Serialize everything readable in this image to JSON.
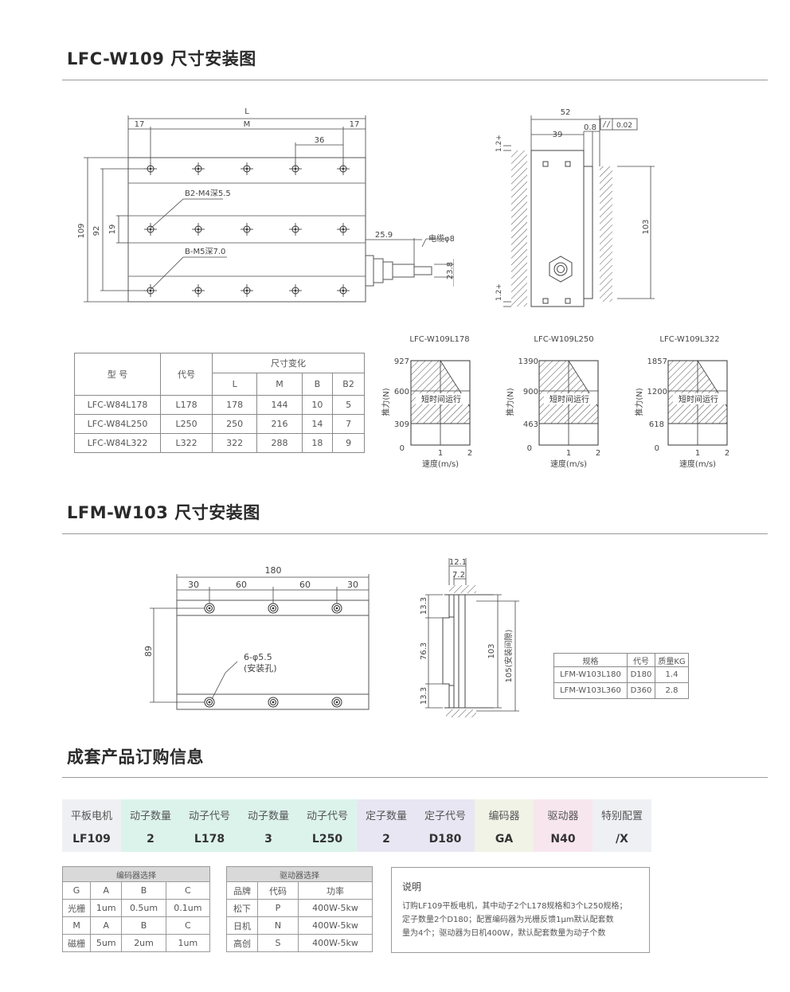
{
  "sections": {
    "lfc_title": "LFC-W109 尺寸安装图",
    "lfm_title": "LFM-W103 尺寸安装图",
    "order_title": "成套产品订购信息"
  },
  "lfc_top": {
    "L": "L",
    "M": "M",
    "d17a": "17",
    "d17b": "17",
    "d36": "36",
    "d109": "109",
    "d92": "92",
    "d19": "19",
    "b2": "B2-M4深5.5",
    "b": "B-M5深7.0",
    "d259": "25.9",
    "cable": "电缆φ8",
    "d238": "23.8"
  },
  "lfc_side": {
    "d52": "52",
    "d39": "39",
    "d08": "0.8",
    "tol": "0.02",
    "d12a": "1.2+",
    "d12b": "1.2+",
    "d103": "103"
  },
  "lfc_table": {
    "h_model": "型 号",
    "h_code": "代号",
    "h_change": "尺寸变化",
    "cols": [
      "L",
      "M",
      "B",
      "B2"
    ],
    "rows": [
      {
        "model": "LFC-W84L178",
        "code": "L178",
        "L": "178",
        "M": "144",
        "B": "10",
        "B2": "5"
      },
      {
        "model": "LFC-W84L250",
        "code": "L250",
        "L": "250",
        "M": "216",
        "B": "14",
        "B2": "7"
      },
      {
        "model": "LFC-W84L322",
        "code": "L322",
        "L": "322",
        "M": "288",
        "B": "18",
        "B2": "9"
      }
    ]
  },
  "force_charts": [
    {
      "title": "LFC-W109L178",
      "ticks": [
        "927",
        "600",
        "309",
        "0"
      ],
      "ylabel": "推力(N)",
      "xlabel": "速度(m/s)",
      "x": [
        "1",
        "2"
      ],
      "zone": "短时间运行"
    },
    {
      "title": "LFC-W109L250",
      "ticks": [
        "1390",
        "900",
        "463",
        "0"
      ],
      "ylabel": "推力(N)",
      "xlabel": "速度(m/s)",
      "x": [
        "1",
        "2"
      ],
      "zone": "短时间运行"
    },
    {
      "title": "LFC-W109L322",
      "ticks": [
        "1857",
        "1200",
        "618",
        "0"
      ],
      "ylabel": "推力(N)",
      "xlabel": "速度(m/s)",
      "x": [
        "1",
        "2"
      ],
      "zone": "短时间运行"
    }
  ],
  "lfm_top": {
    "d180": "180",
    "d30a": "30",
    "d60a": "60",
    "d60b": "60",
    "d30b": "30",
    "d89": "89",
    "holes": "6-φ5.5",
    "holes2": "(安装孔)"
  },
  "lfm_side": {
    "d121": "12.1",
    "d72": "7.2",
    "d133a": "13.3",
    "d763": "76.3",
    "d133b": "13.3",
    "d103": "103",
    "d105": "105(安装间隙)"
  },
  "lfm_table": {
    "h_spec": "规格",
    "h_code": "代号",
    "h_mass": "质量KG",
    "rows": [
      {
        "spec": "LFM-W103L180",
        "code": "D180",
        "mass": "1.4"
      },
      {
        "spec": "LFM-W103L360",
        "code": "D360",
        "mass": "2.8"
      }
    ]
  },
  "order": [
    {
      "label": "平板电机",
      "value": "LF109",
      "color": "#eef0f4"
    },
    {
      "label": "动子数量",
      "value": "2",
      "color": "#dcf3ec"
    },
    {
      "label": "动子代号",
      "value": "L178",
      "color": "#dcf3ec"
    },
    {
      "label": "动子数量",
      "value": "3",
      "color": "#dcf3ec"
    },
    {
      "label": "动子代号",
      "value": "L250",
      "color": "#dcf3ec"
    },
    {
      "label": "定子数量",
      "value": "2",
      "color": "#e9e6f3"
    },
    {
      "label": "定子代号",
      "value": "D180",
      "color": "#e9e6f3"
    },
    {
      "label": "编码器",
      "value": "GA",
      "color": "#f0f3e6"
    },
    {
      "label": "驱动器",
      "value": "N40",
      "color": "#f8e6ee"
    },
    {
      "label": "特别配置",
      "value": "/X",
      "color": "#eef0f4"
    }
  ],
  "encoder": {
    "title": "编码器选择",
    "rows": [
      [
        "G",
        "A",
        "B",
        "C"
      ],
      [
        "光栅",
        "1um",
        "0.5um",
        "0.1um"
      ],
      [
        "M",
        "A",
        "B",
        "C"
      ],
      [
        "磁栅",
        "5um",
        "2um",
        "1um"
      ]
    ]
  },
  "driver": {
    "title": "驱动器选择",
    "rows": [
      [
        "品牌",
        "代码",
        "功率"
      ],
      [
        "松下",
        "P",
        "400W-5kw"
      ],
      [
        "日机",
        "N",
        "400W-5kw"
      ],
      [
        "高创",
        "S",
        "400W-5kw"
      ]
    ]
  },
  "note": {
    "title": "说明",
    "lines": [
      "订购LF109平板电机，其中动子2个L178规格和3个L250规格；",
      "定子数量2个D180；配置编码器为光栅反馈1μm默认配套数",
      "量为4个；驱动器为日机400W，默认配套数量为动子个数"
    ]
  }
}
